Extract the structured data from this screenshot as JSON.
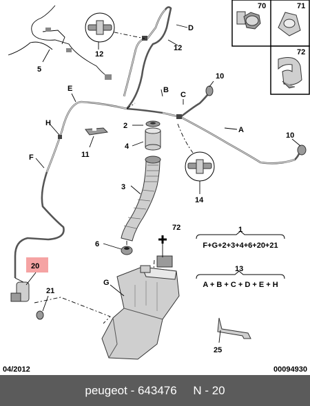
{
  "callouts": {
    "n1": "1",
    "n2": "2",
    "n3": "3",
    "n4": "4",
    "n5": "5",
    "n6": "6",
    "n10a": "10",
    "n10b": "10",
    "n11": "11",
    "n12a": "12",
    "n12b": "12",
    "n13": "13",
    "n14": "14",
    "n20": "20",
    "n21": "21",
    "n25": "25",
    "n70": "70",
    "n71": "71",
    "n72a": "72",
    "n72b": "72",
    "A": "A",
    "B": "B",
    "C": "C",
    "D": "D",
    "E": "E",
    "F": "F",
    "G": "G",
    "H": "H"
  },
  "formulas": {
    "f1": "F+G+2+3+4+6+20+21",
    "f13": "A + B + C + D + E + H"
  },
  "highlight_color": "#f5a3a3",
  "date_code": "04/2012",
  "doc_number": "00094930",
  "footer": {
    "brand": "peugeot",
    "sep": " - ",
    "part_number": "643476",
    "gap": "     ",
    "ref": "N - 20"
  }
}
